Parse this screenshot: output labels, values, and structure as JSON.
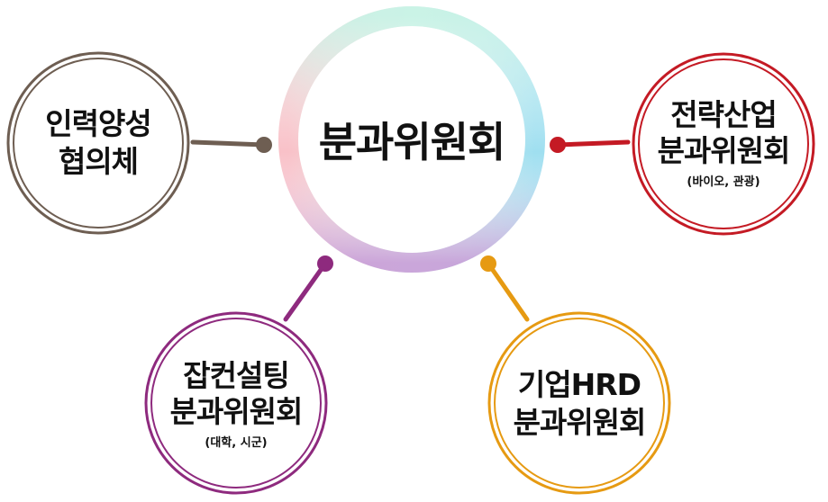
{
  "center": {
    "title": "분과위원회"
  },
  "nodes": {
    "left": {
      "line1": "인력양성",
      "line2": "협의체",
      "color": "#6e5e52"
    },
    "right": {
      "line1": "전략산업",
      "line2": "분과위원회",
      "sub": "(바이오, 관광)",
      "color": "#c41a24"
    },
    "bottom_left": {
      "line1": "잡컨설팅",
      "line2": "분과위원회",
      "sub": "(대학, 시군)",
      "color": "#8e2a7e"
    },
    "bottom_right": {
      "line1": "기업HRD",
      "line2": "분과위원회",
      "color": "#e69a12"
    }
  },
  "colors": {
    "center_ring_pink": "#f7b8c4",
    "center_ring_cyan": "#a6e3ec",
    "center_ring_mint": "#c9f1e3",
    "center_ring_purple": "#c69ad6"
  }
}
